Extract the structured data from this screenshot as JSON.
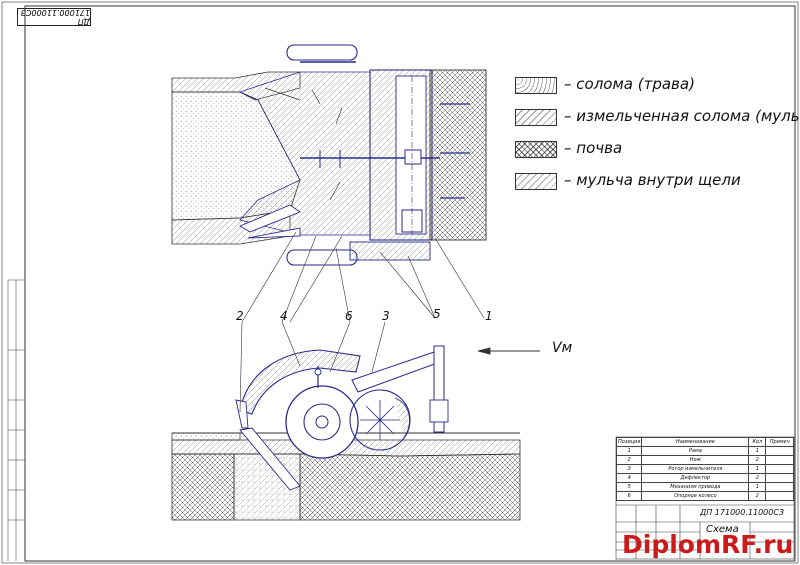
{
  "sheet": {
    "doc_code_rotated": "ДП 171000.11000СЗ",
    "doc_code": "ДП 171000.11000СЗ"
  },
  "legend": [
    {
      "label": "– солома (трава)",
      "pattern": "dots"
    },
    {
      "label": "– измельченная солома (мульча)",
      "pattern": "hatch"
    },
    {
      "label": "– почва",
      "pattern": "cross"
    },
    {
      "label": "– мульча внутри щели",
      "pattern": "dots-hatch"
    }
  ],
  "callouts": {
    "top": [
      "2",
      "4",
      "6",
      "3",
      "5",
      "1"
    ],
    "velocity": "Vм"
  },
  "spec_table": {
    "headers": [
      "Позиция",
      "Наименование",
      "Кол",
      "Примеч"
    ],
    "rows": [
      [
        "1",
        "Рама",
        "1",
        ""
      ],
      [
        "2",
        "Нож",
        "2",
        ""
      ],
      [
        "3",
        "Ротор измельчителя",
        "1",
        ""
      ],
      [
        "4",
        "Дефлектор",
        "2",
        ""
      ],
      [
        "5",
        "Механизм привода",
        "1",
        ""
      ],
      [
        "6",
        "Опорное колесо",
        "2",
        ""
      ]
    ]
  },
  "title_block": {
    "title": "Схема"
  },
  "watermark": "DiplomRF.ru",
  "colors": {
    "line": "#2a2a8a",
    "ink": "#222222",
    "watermark": "#cc1a1a"
  }
}
